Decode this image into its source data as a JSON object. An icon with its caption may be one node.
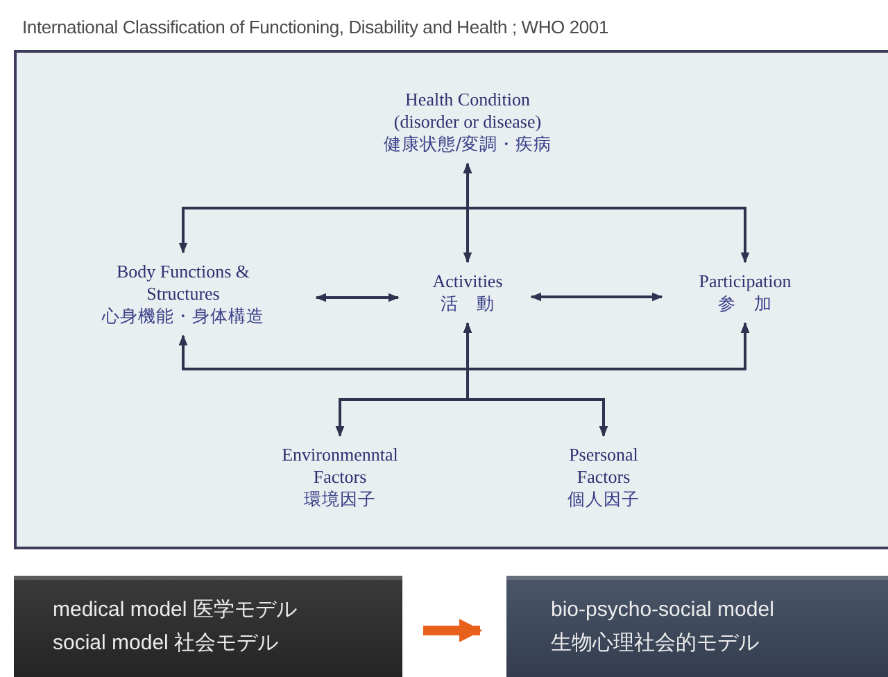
{
  "diagram": {
    "title": "International Classification of Functioning, Disability and Health ; WHO 2001",
    "nodes": [
      {
        "text": [],
        "shape": "box"
      },
      {
        "text": [
          "Health Condition (disorder or disease)",
          "健康状態/変調・疾病"
        ],
        "in": 0
      },
      {
        "text": [
          "Body Functions & Structures",
          "心身機能・身体構造"
        ],
        "in": 0
      },
      {
        "text": [
          "Activities",
          "活　動"
        ],
        "in": 0
      },
      {
        "text": [
          "Participation",
          "参　加"
        ],
        "in": 0
      },
      {
        "text": [
          "Environmenntal Factors",
          "環境因子"
        ],
        "in": 0
      },
      {
        "text": [
          "Psersonal Factors",
          "個人因子"
        ],
        "in": 0
      },
      {
        "text": [
          "medical model 医学モデル",
          "social model 社会モデル"
        ]
      },
      {
        "text": [
          "bio-psycho-social model",
          "生物心理社会的モデル"
        ]
      }
    ],
    "edges": [
      {
        "from": 1,
        "to": 3,
        "arrow": "both"
      },
      {
        "from": 1,
        "to": 2,
        "arrow": "both"
      },
      {
        "from": 1,
        "to": 4,
        "arrow": "both"
      },
      {
        "from": 2,
        "to": 3,
        "arrow": "both"
      },
      {
        "from": 3,
        "to": 4,
        "arrow": "both"
      },
      {
        "from": 5,
        "to": 3,
        "arrow": "both"
      },
      {
        "from": 5,
        "to": 2,
        "arrow": "both"
      },
      {
        "from": 5,
        "to": 4,
        "arrow": "both"
      },
      {
        "from": 6,
        "to": 3,
        "arrow": "both"
      },
      {
        "from": 6,
        "to": 2,
        "arrow": "both"
      },
      {
        "from": 6,
        "to": 4,
        "arrow": "both"
      },
      {
        "from": 7,
        "to": 8,
        "arrow": "to",
        "style": "thick",
        "color": "#e8601c"
      }
    ]
  }
}
